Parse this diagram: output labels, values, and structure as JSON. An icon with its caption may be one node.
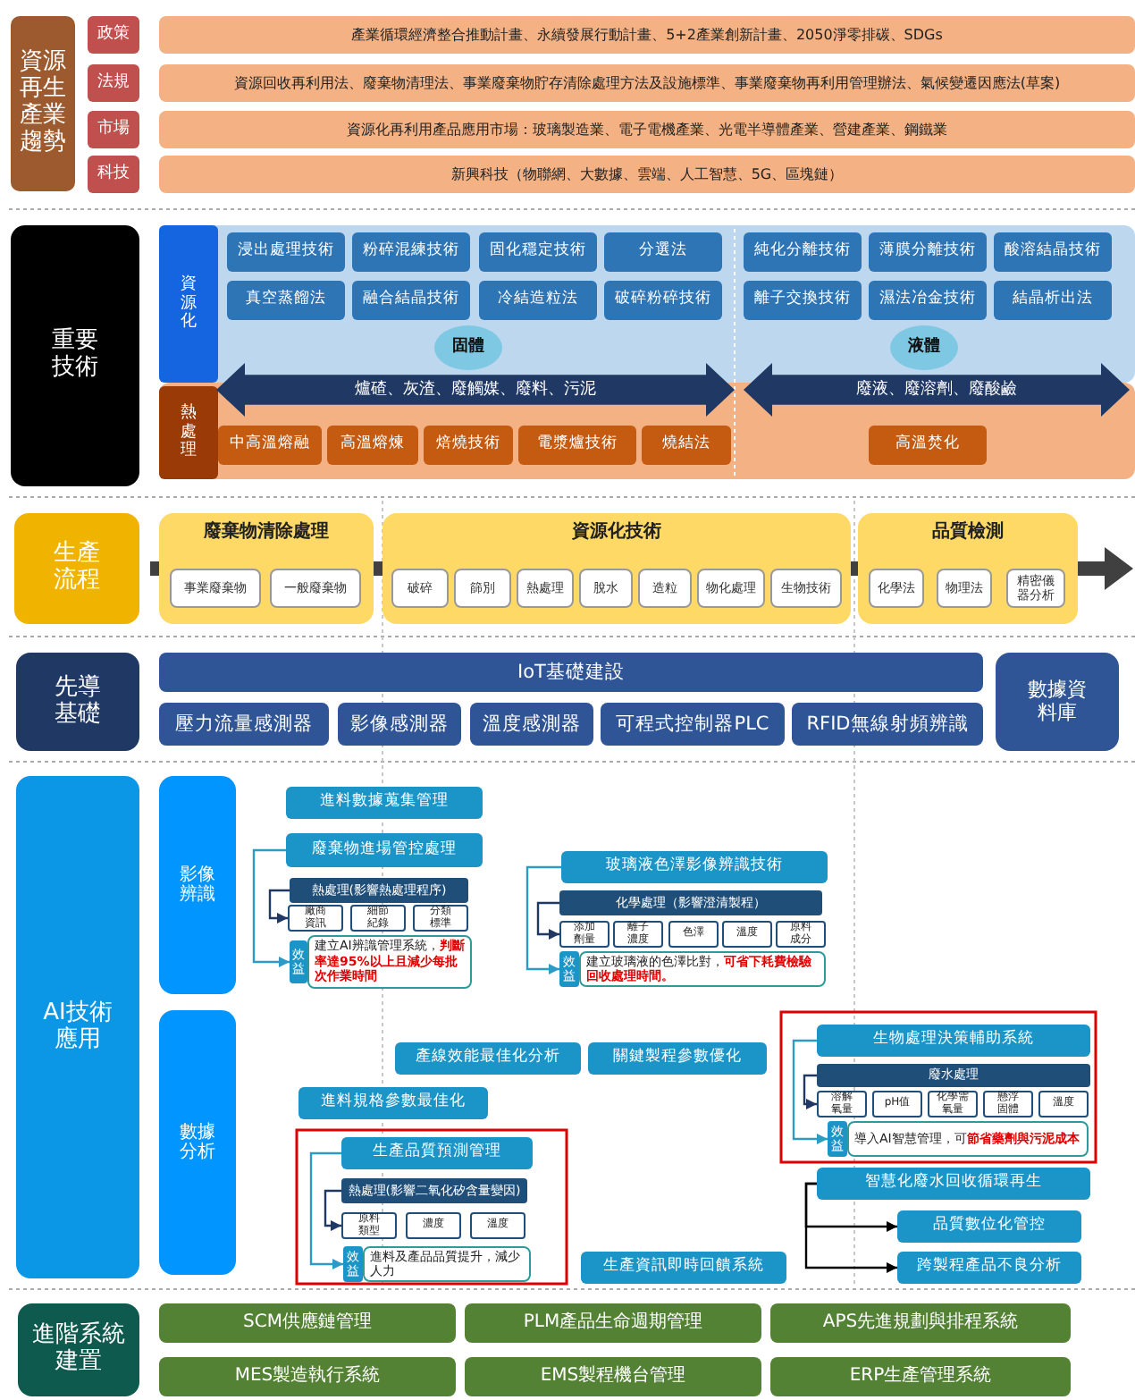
{
  "diagram": {
    "nodes": [
      {
        "text": [
          "資源再生產業趨勢"
        ]
      },
      {
        "text": [
          "政策"
        ]
      },
      {
        "text": [
          "法規"
        ]
      },
      {
        "text": [
          "市場"
        ]
      },
      {
        "text": [
          "科技"
        ]
      },
      {
        "text": [
          "產業循環經濟整合推動計畫、永續發展行動計畫、5+2產業創新計畫、2050淨零排碳、SDGs"
        ]
      },
      {
        "text": [
          "資源回收再利用法、廢棄物清理法、事業廢棄物貯存清除處理方法及設施標準、事業廢棄物再利用管理辦法、氣候變遷因應法(草案)"
        ]
      },
      {
        "text": [
          "資源化再利用產品應用市場：玻璃製造業、電子電機產業、光電半導體產業、營建產業、鋼鐵業"
        ]
      },
      {
        "text": [
          "新興科技（物聯網、大數據、雲端、人工智慧、5G、區塊鏈）"
        ]
      },
      {
        "text": [
          "重要技術"
        ]
      },
      {
        "text": [
          "資源化"
        ]
      },
      {
        "text": [
          "熱處理"
        ]
      },
      {
        "text": [
          "浸出處理技術"
        ]
      },
      {
        "text": [
          "粉碎混練技術"
        ]
      },
      {
        "text": [
          "固化穩定技術"
        ]
      },
      {
        "text": [
          "分選法"
        ]
      },
      {
        "text": [
          "真空蒸餾法"
        ]
      },
      {
        "text": [
          "融合結晶技術"
        ]
      },
      {
        "text": [
          "冷結造粒法"
        ]
      },
      {
        "text": [
          "破碎粉碎技術"
        ]
      },
      {
        "text": [
          "純化分離技術"
        ]
      },
      {
        "text": [
          "薄膜分離技術"
        ]
      },
      {
        "text": [
          "酸溶結晶技術"
        ]
      },
      {
        "text": [
          "離子交換技術"
        ]
      },
      {
        "text": [
          "濕法冶金技術"
        ]
      },
      {
        "text": [
          "結晶析出法"
        ]
      },
      {
        "text": [
          "固體"
        ]
      },
      {
        "text": [
          "液體"
        ]
      },
      {
        "text": [
          "爐碴、灰渣、廢觸媒、廢料、污泥"
        ]
      },
      {
        "text": [
          "廢液、廢溶劑、廢酸鹼"
        ]
      },
      {
        "text": [
          "中高溫熔融"
        ]
      },
      {
        "text": [
          "高溫熔煉"
        ]
      },
      {
        "text": [
          "焙燒技術"
        ]
      },
      {
        "text": [
          "電漿爐技術"
        ]
      },
      {
        "text": [
          "燒結法"
        ]
      },
      {
        "text": [
          "高溫焚化"
        ]
      },
      {
        "text": [
          "生產流程"
        ]
      },
      {
        "text": [
          "廢棄物清除處理"
        ]
      },
      {
        "text": [
          "事業廢棄物"
        ],
        "in": 37
      },
      {
        "text": [
          "一般廢棄物"
        ],
        "in": 37
      },
      {
        "text": [
          "資源化技術"
        ]
      },
      {
        "text": [
          "破碎"
        ],
        "in": 40
      },
      {
        "text": [
          "篩別"
        ],
        "in": 40
      },
      {
        "text": [
          "熱處理"
        ],
        "in": 40
      },
      {
        "text": [
          "脫水"
        ],
        "in": 40
      },
      {
        "text": [
          "造粒"
        ],
        "in": 40
      },
      {
        "text": [
          "物化處理"
        ],
        "in": 40
      },
      {
        "text": [
          "生物技術"
        ],
        "in": 40
      },
      {
        "text": [
          "品質檢測"
        ]
      },
      {
        "text": [
          "化學法"
        ],
        "in": 48
      },
      {
        "text": [
          "物理法"
        ],
        "in": 48
      },
      {
        "text": [
          "精密儀器分析"
        ],
        "in": 48
      },
      {
        "text": [
          "先導基礎"
        ]
      },
      {
        "text": [
          "IoT基礎建設"
        ]
      },
      {
        "text": [
          "壓力流量感測器"
        ]
      },
      {
        "text": [
          "影像感測器"
        ]
      },
      {
        "text": [
          "溫度感測器"
        ]
      },
      {
        "text": [
          "可程式控制器PLC"
        ]
      },
      {
        "text": [
          "RFID無線射頻辨識"
        ]
      },
      {
        "text": [
          "數據資料庫"
        ]
      },
      {
        "text": [
          "AI技術應用"
        ]
      },
      {
        "text": [
          "影像辨識"
        ]
      },
      {
        "text": [
          "數據分析"
        ]
      },
      {
        "text": [
          "進料數據蒐集管理"
        ]
      },
      {
        "text": [
          "廢棄物進場管控處理"
        ]
      },
      {
        "text": [
          "熱處理(影響熱處理程序)"
        ]
      },
      {
        "text": [
          "廠商資訊"
        ]
      },
      {
        "text": [
          "細節紀錄"
        ]
      },
      {
        "text": [
          "分類標準"
        ]
      },
      {
        "text": [
          "效益"
        ]
      },
      {
        "text": [
          "建立AI辨識管理系統，**判斷率達95%以上且減少每批次作業時間**"
        ]
      },
      {
        "text": [
          "玻璃液色澤影像辨識技術"
        ]
      },
      {
        "text": [
          "化學處理（影響澄清製程）"
        ]
      },
      {
        "text": [
          "添加劑量"
        ]
      },
      {
        "text": [
          "離子濃度"
        ]
      },
      {
        "text": [
          "色澤"
        ]
      },
      {
        "text": [
          "溫度"
        ]
      },
      {
        "text": [
          "原料成分"
        ]
      },
      {
        "text": [
          "效益"
        ]
      },
      {
        "text": [
          "建立玻璃液的色澤比對，**可省下耗費檢驗回收處理時間。**"
        ]
      },
      {
        "text": [
          "產線效能最佳化分析"
        ]
      },
      {
        "text": [
          "關鍵製程參數優化"
        ]
      },
      {
        "text": [
          "進料規格參數最佳化"
        ]
      },
      {
        "text": [
          "生產品質預測管理"
        ]
      },
      {
        "text": [
          "熱處理(影響二氧化矽含量變因)"
        ]
      },
      {
        "text": [
          "原料類型"
        ]
      },
      {
        "text": [
          "濃度"
        ]
      },
      {
        "text": [
          "溫度"
        ]
      },
      {
        "text": [
          "效益"
        ]
      },
      {
        "text": [
          "進料及產品品質提升，減少人力"
        ]
      },
      {
        "text": [
          "生產資訊即時回饋系統"
        ]
      },
      {
        "text": [
          "生物處理決策輔助系統"
        ]
      },
      {
        "text": [
          "廢水處理"
        ]
      },
      {
        "text": [
          "溶解氧量"
        ]
      },
      {
        "text": [
          "pH值"
        ]
      },
      {
        "text": [
          "化學需氧量"
        ]
      },
      {
        "text": [
          "懸浮固體"
        ]
      },
      {
        "text": [
          "溫度"
        ]
      },
      {
        "text": [
          "效益"
        ]
      },
      {
        "text": [
          "導入AI智慧管理，可**節省藥劑與污泥成本**"
        ]
      },
      {
        "text": [
          "智慧化廢水回收循環再生"
        ]
      },
      {
        "text": [
          "品質數位化管控"
        ]
      },
      {
        "text": [
          "跨製程產品不良分析"
        ]
      },
      {
        "text": [
          "進階系統建置"
        ]
      },
      {
        "text": [
          "SCM供應鏈管理"
        ]
      },
      {
        "text": [
          "PLM產品生命週期管理"
        ]
      },
      {
        "text": [
          "APS先進規劃與排程系統"
        ]
      },
      {
        "text": [
          "MES製造執行系統"
        ]
      },
      {
        "text": [
          "EMS製程機台管理"
        ]
      },
      {
        "text": [
          "ERP生產管理系統"
        ]
      }
    ],
    "edges": [
      {
        "from": null,
        "to": 37,
        "arrow": "none",
        "style": "thick",
        "color": "#404040"
      },
      {
        "from": 37,
        "to": 40,
        "arrow": "none",
        "style": "thick",
        "color": "#404040"
      },
      {
        "from": 40,
        "to": 48,
        "arrow": "none",
        "style": "thick",
        "color": "#404040"
      },
      {
        "from": 64,
        "to": 69,
        "arrow": "to",
        "color": "#2e9bc6"
      },
      {
        "from": 65,
        "to": 66,
        "arrow": "to",
        "color": "#1f3864"
      },
      {
        "from": 71,
        "to": 78,
        "arrow": "to",
        "color": "#2e9bc6"
      },
      {
        "from": 72,
        "to": 73,
        "arrow": "to",
        "color": "#1f3864"
      },
      {
        "from": 83,
        "to": 88,
        "arrow": "to",
        "color": "#2e9bc6"
      },
      {
        "from": 84,
        "to": 85,
        "arrow": "to",
        "color": "#1f3864"
      },
      {
        "from": 91,
        "to": 98,
        "arrow": "to",
        "color": "#2e9bc6"
      },
      {
        "from": 92,
        "to": 93,
        "arrow": "to",
        "color": "#1f3864"
      },
      {
        "from": 100,
        "to": 101,
        "arrow": "to",
        "color": "#000000"
      },
      {
        "from": 100,
        "to": 102,
        "arrow": "to",
        "color": "#000000"
      }
    ]
  }
}
